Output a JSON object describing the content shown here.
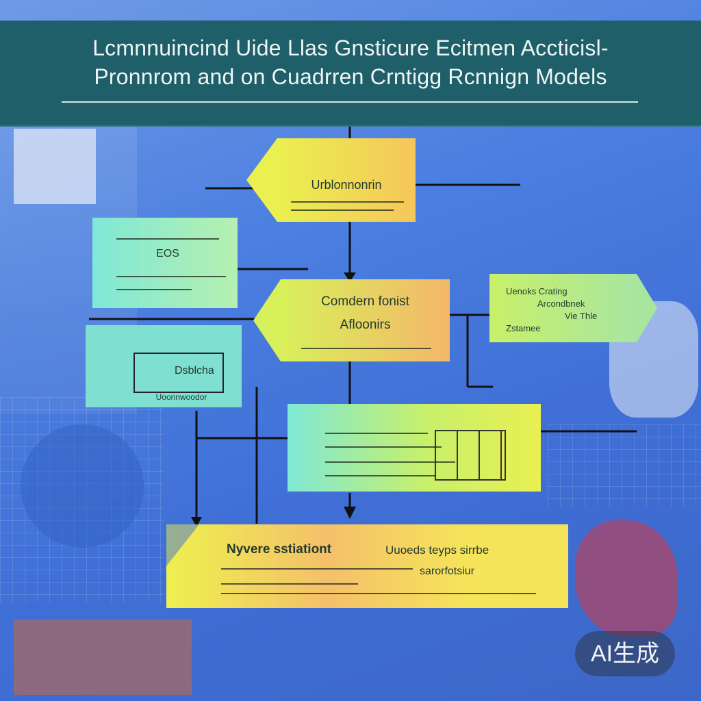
{
  "header": {
    "title_line1": "Lcmnnuincind Uide Llas Gnsticure Ecitmen Accticisl-",
    "title_line2": "Pronnrom and on Cuadrren Crntigg Rcnnign Models"
  },
  "nodes": {
    "top": {
      "label": "Urblonnonrin"
    },
    "left_upper": {
      "label": "EOS"
    },
    "center": {
      "label_line1": "Comdern fonist",
      "label_line2": "Afloonirs"
    },
    "right": {
      "label_line1": "Uenoks Crating",
      "label_line2": "Arcondbnek",
      "label_line3": "Vie Thle",
      "label_line4": "Zstamee"
    },
    "left_lower": {
      "label": "Dsblcha",
      "sublabel": "Uoonnwoodor"
    },
    "bottom_mid": {
      "label": ""
    },
    "bottom": {
      "label_line1": "Nyvere sstiationt",
      "label_line2": "Uuoeds teyps sirrbe",
      "label_line3": "sarorfotsiur"
    }
  },
  "badge": {
    "text": "AI生成"
  },
  "colors": {
    "header": "#1f5f6a",
    "background": "#4b7fe0",
    "yellow": "#f3e45a",
    "orange": "#f4b76a",
    "green": "#a8e6a0",
    "cyan": "#7fe0d2",
    "line": "#111111"
  }
}
